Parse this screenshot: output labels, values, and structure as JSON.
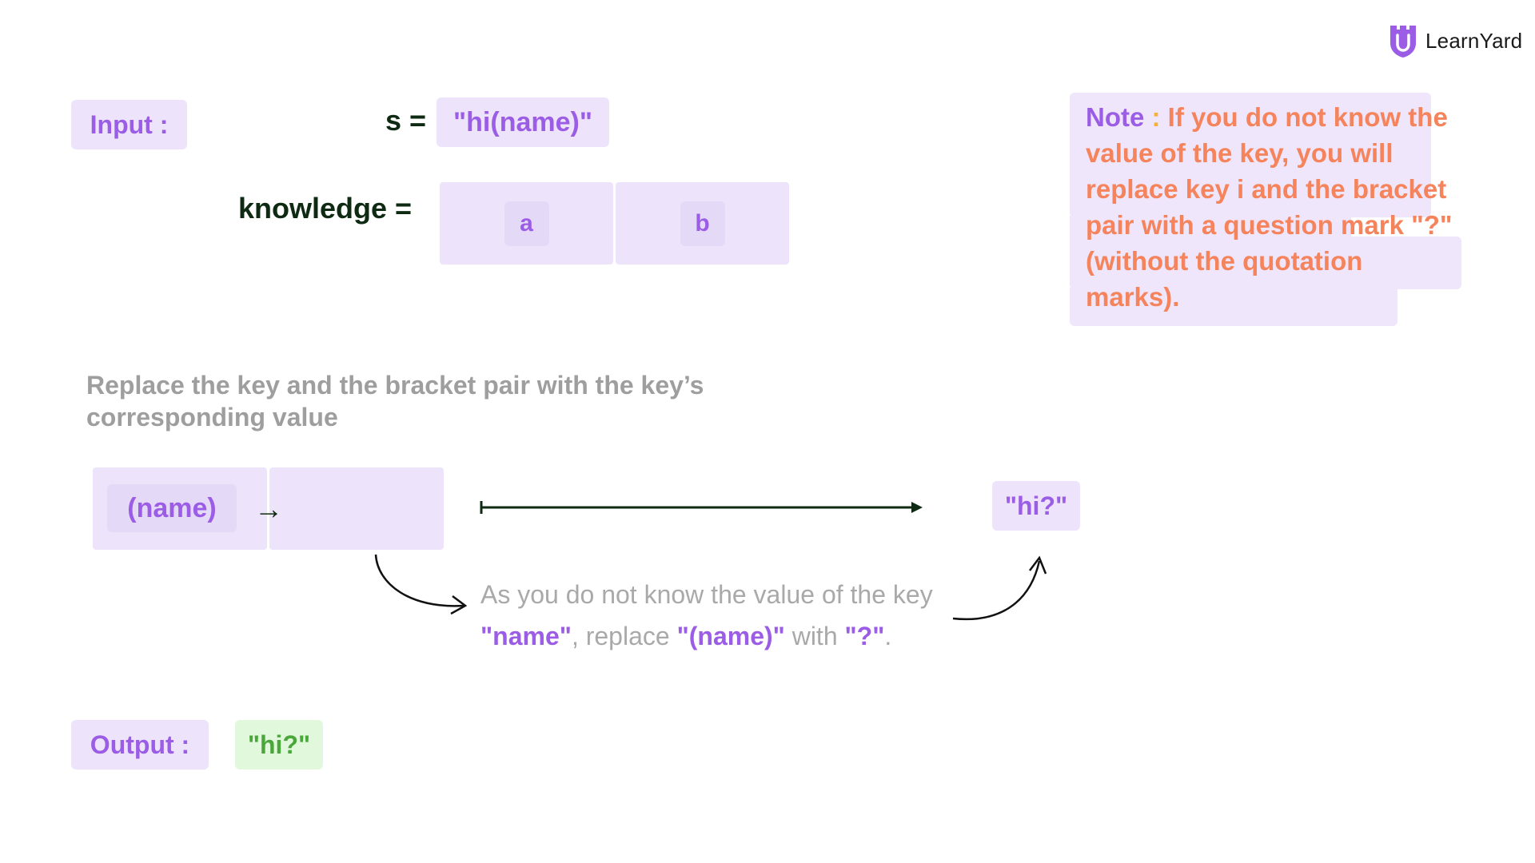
{
  "logo": {
    "icon": "shield-logo-icon",
    "text": "LearnYard",
    "color": "#9b5de5"
  },
  "input": {
    "label": "Input :",
    "s_label": "s =",
    "s_value": "\"hi(name)\"",
    "knowledge_label": "knowledge =",
    "knowledge_cells": [
      "a",
      "b"
    ]
  },
  "note": {
    "keyword": "Note",
    "colon": " : ",
    "text": "If you do not know the value of the key, you will replace key i and the bracket pair with a question mark \"?\" (without the quotation marks)."
  },
  "step": {
    "description": "Replace the key and the bracket pair with the key’s corresponding value",
    "key_chip": "(name)",
    "arrow_glyph": "→",
    "result": "\"hi?\"",
    "explanation": {
      "part1": "As you do not know the value of the key ",
      "hl1": "\"name\"",
      "part2": ", replace ",
      "hl2": "\"(name)\"",
      "part3": " with ",
      "hl3": "\"?\"",
      "part4": "."
    }
  },
  "output": {
    "label": "Output :",
    "value": "\"hi?\""
  },
  "colors": {
    "accent_purple": "#9b5de5",
    "pill_bg": "#ede4fb",
    "note_orange": "#f5835c",
    "output_green": "#4aa83a",
    "output_green_bg": "#e2f8dc",
    "dark_text": "#0f2a12",
    "gray_text": "#9e9e9e"
  }
}
